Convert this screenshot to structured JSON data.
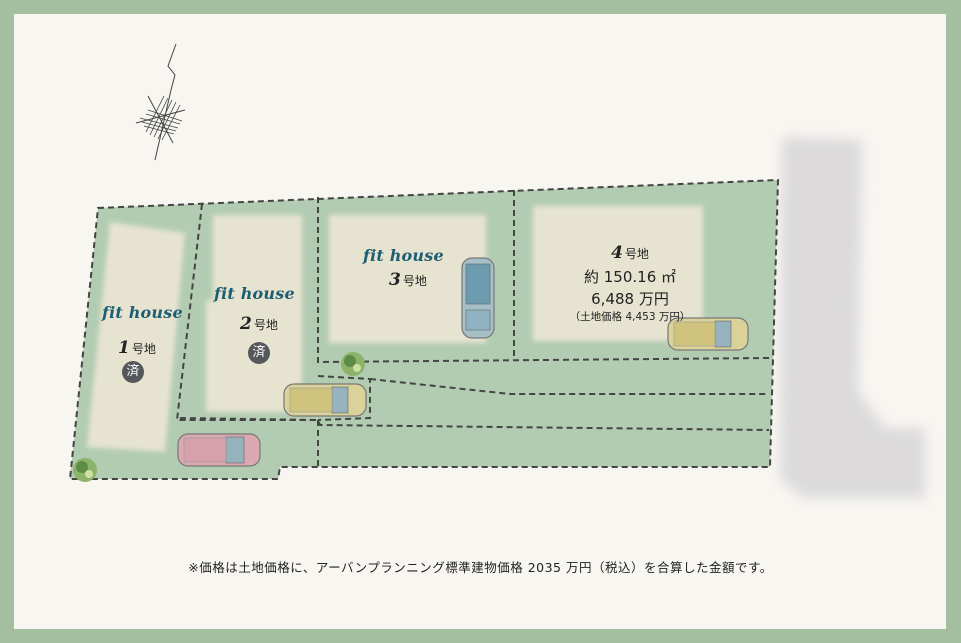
{
  "colors": {
    "frame": "#a3bfa0",
    "background": "#f8f6f1",
    "lot_green": "#b2ccb2",
    "building_fill": "#e6e3d0",
    "road_shadow": "#dcdadb",
    "brand_text": "#1d5e72",
    "sold_badge": "#55585a",
    "boundary": "#444444"
  },
  "compass": {
    "icon": "north-arrow-compass-icon"
  },
  "lots": [
    {
      "id": 1,
      "brand": "fit house",
      "number": "1",
      "suffix": "号地",
      "status": "済"
    },
    {
      "id": 2,
      "brand": "fit house",
      "number": "2",
      "suffix": "号地",
      "status": "済"
    },
    {
      "id": 3,
      "brand": "fit house",
      "number": "3",
      "suffix": "号地"
    },
    {
      "id": 4,
      "number": "4",
      "suffix": "号地",
      "area": "約 150.16 ㎡",
      "price": "6,488 万円",
      "land_price": "（土地価格 4,453 万円）"
    }
  ],
  "footnote": "※価格は土地価格に、アーバンプランニング標準建物価格 2035 万円（税込）を合算した金額です。"
}
